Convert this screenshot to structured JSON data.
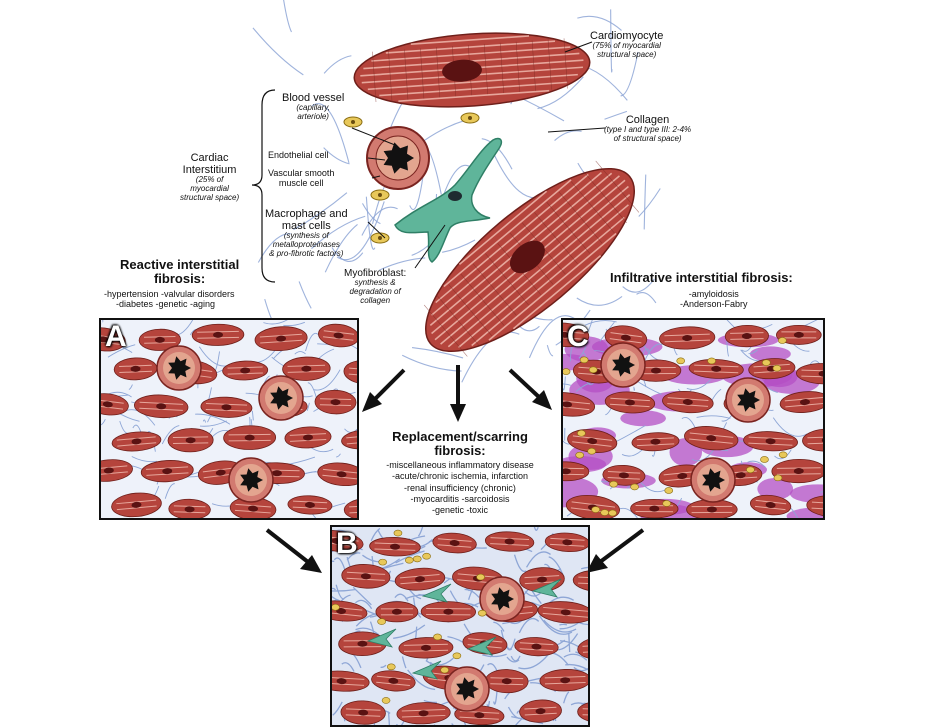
{
  "labels": {
    "cardiomyocyte_title": "Cardiomyocyte",
    "cardiomyocyte_note1": "(75% of myocardial",
    "cardiomyocyte_note2": "structural space)",
    "blood_vessel": "Blood vessel",
    "blood_vessel_note1": "(capillary,",
    "blood_vessel_note2": "arteriole)",
    "endothelial": "Endothelial cell",
    "vsmc1": "Vascular smooth",
    "vsmc2": "muscle cell",
    "macrophage1": "Macrophage and",
    "macrophage2": "mast cells",
    "macrophage_note1": "(synthesis of",
    "macrophage_note2": "metalloproteinases",
    "macrophage_note3": "& pro-fibrotic factors)",
    "interstitium1": "Cardiac",
    "interstitium2": "Interstitium",
    "interstitium_note1": "(25% of",
    "interstitium_note2": "myocardial",
    "interstitium_note3": "structural space)",
    "collagen": "Collagen",
    "collagen_note1": "(type I and type III: 2-4%",
    "collagen_note2": "of structural space)",
    "myofibroblast": "Myofibroblast:",
    "myofibroblast_note1": "synthesis &",
    "myofibroblast_note2": "degradation of",
    "myofibroblast_note3": "collagen"
  },
  "reactive": {
    "title1": "Reactive interstitial",
    "title2": "fibrosis:",
    "causes1": "-hypertension   -valvular disorders",
    "causes2": "-diabetes   -genetic   -aging"
  },
  "infiltrative": {
    "title": "Infiltrative interstitial fibrosis:",
    "causes1": "-amyloidosis",
    "causes2": "-Anderson-Fabry"
  },
  "replacement": {
    "title1": "Replacement/scarring",
    "title2": "fibrosis:",
    "causes": [
      "-miscellaneous inflammatory disease",
      "-acute/chronic ischemia, infarction",
      "-renal insufficiency (chronic)",
      "-myocarditis   -sarcoidosis",
      "-genetic   -toxic"
    ]
  },
  "panels": {
    "a": "A",
    "b": "B",
    "c": "C"
  },
  "colors": {
    "muscle": "#b5443c",
    "muscle_stripe": "#e7a79c",
    "nucleus": "#5a1212",
    "collagen": "#8ea6d6",
    "myofibroblast": "#5fb59a",
    "macrophage": "#e8c85a",
    "amyloid": "#b44fc4",
    "vessel_wall": "#d27a70",
    "lumen": "#111111"
  }
}
